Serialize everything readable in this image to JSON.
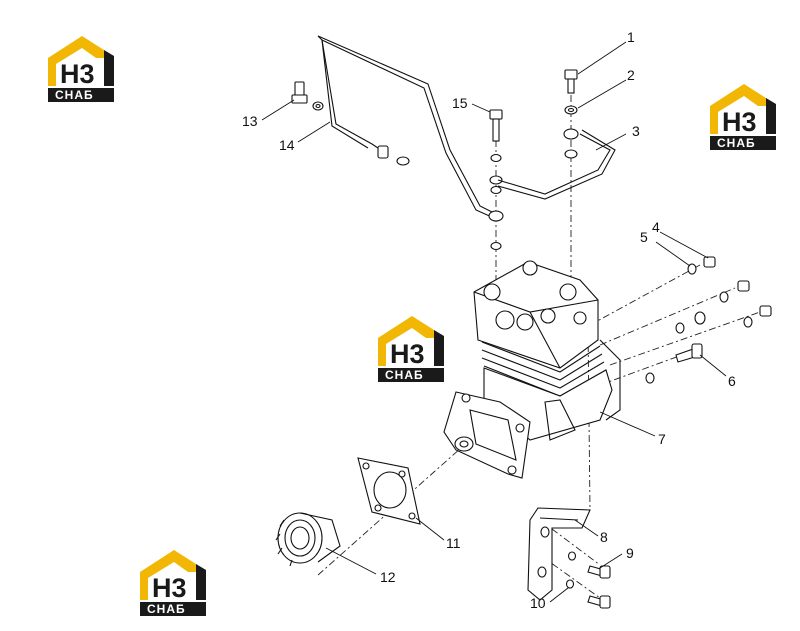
{
  "logo": {
    "mark_text": "H3",
    "word_text": "CHAБ",
    "colors": {
      "roof": "#f2b705",
      "dark": "#1a1a1a",
      "word_bg": "#1a1a1a"
    }
  },
  "callouts": [
    {
      "id": "1",
      "label": "1"
    },
    {
      "id": "2",
      "label": "2"
    },
    {
      "id": "3",
      "label": "3"
    },
    {
      "id": "4",
      "label": "4"
    },
    {
      "id": "5",
      "label": "5"
    },
    {
      "id": "6",
      "label": "6"
    },
    {
      "id": "7",
      "label": "7"
    },
    {
      "id": "8",
      "label": "8"
    },
    {
      "id": "9",
      "label": "9"
    },
    {
      "id": "10",
      "label": "10"
    },
    {
      "id": "11",
      "label": "11"
    },
    {
      "id": "12",
      "label": "12"
    },
    {
      "id": "13",
      "label": "13"
    },
    {
      "id": "14",
      "label": "14"
    },
    {
      "id": "15",
      "label": "15"
    }
  ]
}
